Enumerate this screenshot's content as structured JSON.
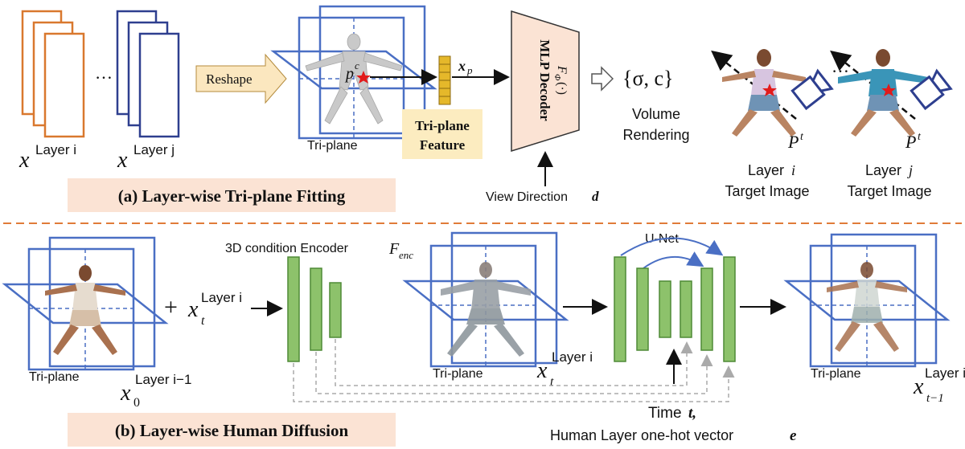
{
  "section_a": {
    "title": "(a) Layer-wise Tri-plane Fitting",
    "x_layer_i": "x",
    "x_layer_i_sup": "Layer i",
    "x_layer_j": "x",
    "x_layer_j_sup": "Layer j",
    "ellipsis": "…",
    "reshape": "Reshape",
    "triplane_label": "Tri-plane",
    "point_label": "p",
    "point_sup": "c",
    "xp_label": "x",
    "xp_sub": "p",
    "triplane_feature_line1": "Tri-plane",
    "triplane_feature_line2": "Feature",
    "mlp_line1": "MLP Decoder",
    "mlp_line2": "F",
    "mlp_line2_sub": "Φ",
    "mlp_line2_rest": "(·)",
    "view_direction": "View Direction",
    "view_direction_symbol": "d",
    "sigma_c": "{σ, c}",
    "volume_line1": "Volume",
    "volume_line2": "Rendering",
    "target_i_line1": "Layer",
    "target_i_var": "i",
    "target_i_line2": "Target Image",
    "target_j_line1": "Layer",
    "target_j_var": "j",
    "target_j_line2": "Target Image",
    "pt_label": "P",
    "pt_sup": "t",
    "ellipsis2": "…"
  },
  "section_b": {
    "title": "(b) Layer-wise Human Diffusion",
    "triplane_left": "Tri-plane",
    "x0": "x",
    "x0_sub": "0",
    "x0_sup": "Layer i−1",
    "plus": "+",
    "xt": "x",
    "xt_sub": "t",
    "xt_sup": "Layer i",
    "encoder_label": "3D condition Encoder",
    "encoder_symbol": "F",
    "encoder_sub": "enc",
    "triplane_mid": "Tri-plane",
    "xt_mid": "x",
    "xt_mid_sub": "t",
    "xt_mid_sup": "Layer i",
    "unet": "U-Net",
    "triplane_right": "Tri-plane",
    "xt1": "x",
    "xt1_sub": "t−1",
    "xt1_sup": "Layer i",
    "time_label": "Time",
    "time_symbol": "t,",
    "onehot_label": "Human Layer one-hot vector",
    "onehot_symbol": "e"
  },
  "colors": {
    "orange_plane": "#d9782e",
    "navy_plane": "#2e3f8f",
    "triplane_blue": "#4a6fc4",
    "reshape_fill": "#fbe7bf",
    "feature_fill": "#fcecc0",
    "feature_cells": "#e5b82a",
    "mlp_fill": "#fbe3d4",
    "title_fill": "#fbe3d4",
    "green_block": "#8dc26b",
    "green_stroke": "#4e8a36",
    "divider": "#e07b39",
    "camera": "#2e3f8f",
    "star": "#e21b1b"
  }
}
